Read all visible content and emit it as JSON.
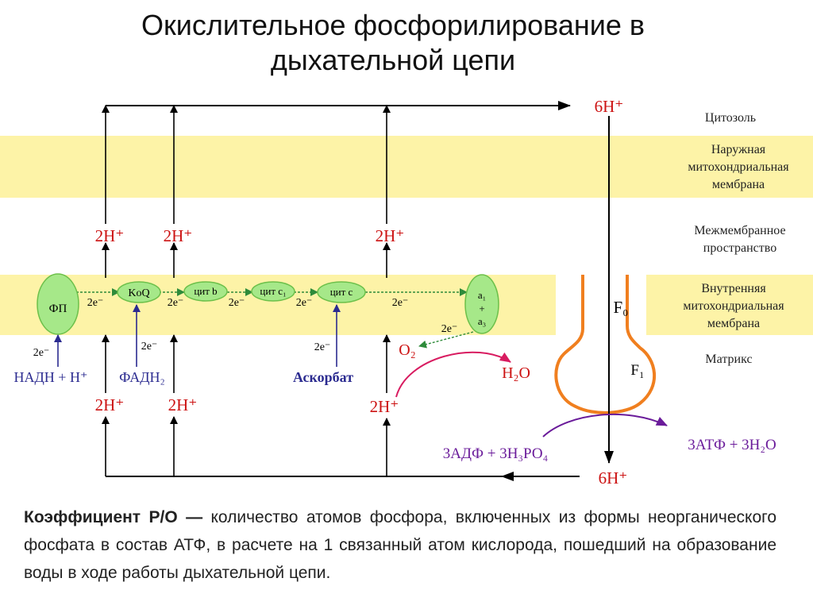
{
  "title_line1": "Окислительное фосфорилирование в",
  "title_line2": "дыхательной цепи",
  "colors": {
    "membrane": "#fdf3a7",
    "proton": "#cc1111",
    "enzyme_fill": "#a6e889",
    "enzyme_stroke": "#6cc04a",
    "substrate": "#2b2b90",
    "reaction_arrow": "#d81b60",
    "atp_arrow": "#6a1b9a",
    "atp_synthase": "#f07f1f"
  },
  "regions": {
    "cytosol": "Цитозоль",
    "outer_membrane": [
      "Наружная",
      "митохондриальная",
      "мембрана"
    ],
    "intermembrane": [
      "Межмембранное",
      "пространство"
    ],
    "inner_membrane": [
      "Внутренняя",
      "митохондриальная",
      "мембрана"
    ],
    "matrix": "Матрикс"
  },
  "protons": {
    "top": "2H⁺",
    "bottom": "2H⁺",
    "six_top": "6H⁺",
    "six_bottom": "6H⁺"
  },
  "chain": {
    "fp": "ФП",
    "koq": "KoQ",
    "cyt_b": "цит b",
    "cyt_c1": "цит c₁",
    "cyt_c": "цит c",
    "a1": "a₁",
    "plus": "+",
    "a3": "a₃",
    "electrons": "2e⁻"
  },
  "substrates": {
    "nadh": "НАДН + Н⁺",
    "fadh": "ФАДН₂",
    "ascorbate": "Аскорбат",
    "o2": "O₂",
    "h2o": "H₂O"
  },
  "synthase": {
    "f0": "F₀",
    "f1": "F₁"
  },
  "atp": {
    "reactants": "3АДФ + 3Н₃РО₄",
    "products": "3АТФ + 3Н₂О"
  },
  "footer": {
    "term": "Коэффициент Р/О —",
    "definition": " количество атомов фосфора, включенных из формы неорганического фосфата в состав АТФ, в расчете на 1 связанный атом кислорода, пошедший на образование воды в ходе работы дыхательной цепи."
  }
}
